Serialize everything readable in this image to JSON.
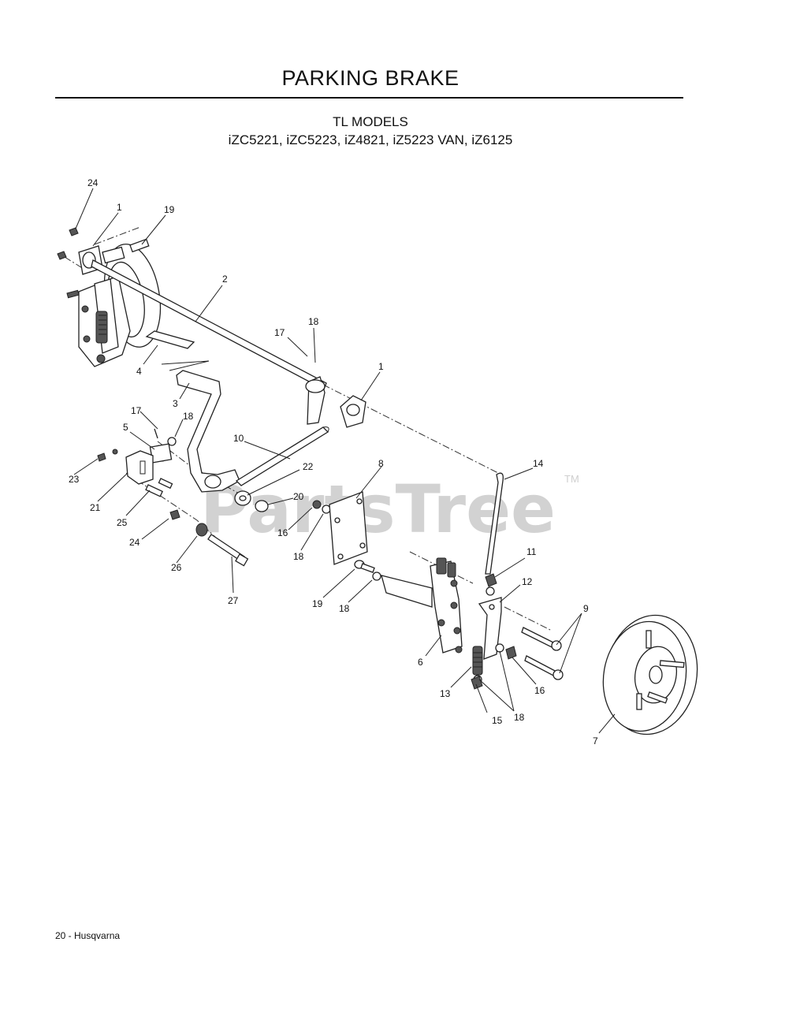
{
  "header": {
    "title": "PARKING BRAKE",
    "subtitle_line1": "TL MODELS",
    "subtitle_line2": "iZC5221, iZC5223,  iZ4821, iZ5223 VAN,  iZ6125"
  },
  "watermark": {
    "text": "PartsTree",
    "trademark": "TM"
  },
  "footer": {
    "page": "20 - Husqvarna"
  },
  "callouts": [
    "24",
    "1",
    "19",
    "2",
    "17",
    "18",
    "4",
    "1",
    "3",
    "17",
    "18",
    "5",
    "10",
    "22",
    "23",
    "21",
    "25",
    "24",
    "26",
    "27",
    "20",
    "16",
    "18",
    "8",
    "14",
    "19",
    "18",
    "11",
    "12",
    "6",
    "13",
    "15",
    "18",
    "16",
    "9",
    "7"
  ]
}
